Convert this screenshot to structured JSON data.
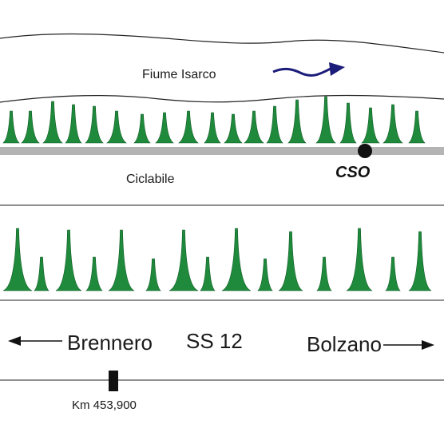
{
  "river": {
    "label": "Fiume Isarco",
    "flow_arrow_color": "#1c1c7a"
  },
  "bike_path": {
    "label": "Ciclabile"
  },
  "outfall": {
    "label": "CSO"
  },
  "road": {
    "name": "SS 12",
    "direction_left": "Brennero",
    "direction_right": "Bolzano",
    "km_marker": "Km 453,900"
  },
  "colors": {
    "vegetation": "#1f8a3c",
    "vegetation_shade": "#0f5a24",
    "bike_path": "#b4b4b4",
    "lines": "#222222"
  },
  "icons": [
    "tree-icon",
    "arrow-left-icon",
    "arrow-right-icon",
    "flow-arrow-icon",
    "km-marker-icon",
    "cso-point-icon"
  ]
}
